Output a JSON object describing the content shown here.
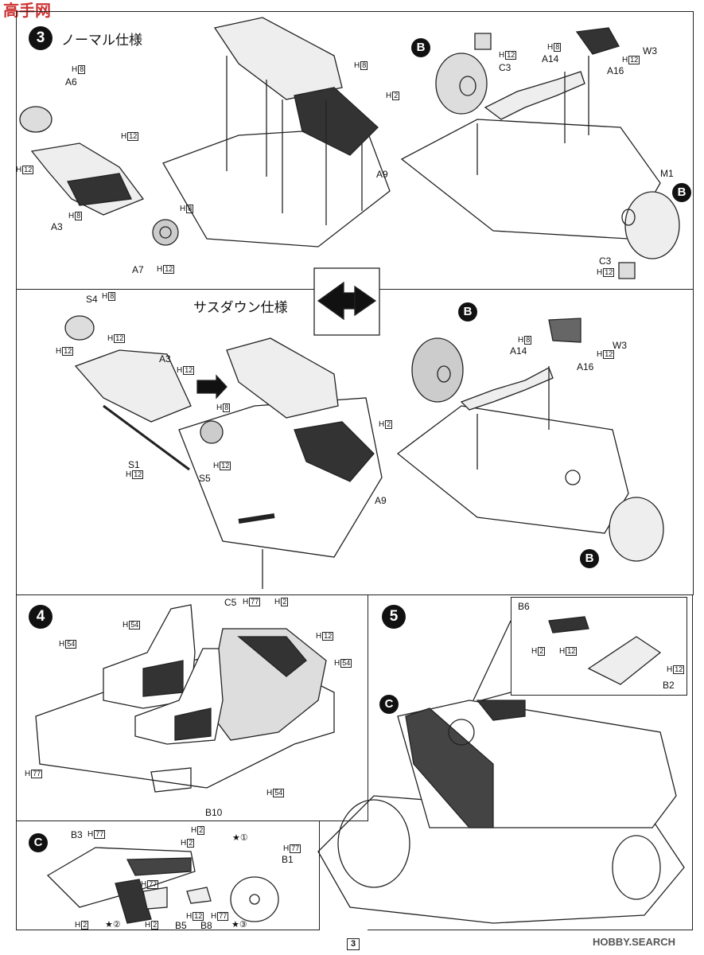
{
  "watermark_top": "高手网",
  "watermark_bottom": "HOBBY.SEARCH",
  "page_number": "3",
  "step3": {
    "number": "3",
    "normal_title": "ノーマル仕様",
    "sasdown_title": "サスダウン仕様",
    "normal_parts": {
      "A6": "A6",
      "A3": "A3",
      "A7": "A7",
      "A9": "A9",
      "A14": "A14",
      "A16": "A16",
      "C3_top": "C3",
      "C3_bottom": "C3",
      "M1": "M1",
      "W3": "W3",
      "B_top": "B",
      "B_bottom": "B"
    },
    "sasdown_parts": {
      "S4": "S4",
      "A3": "A3",
      "S1": "S1",
      "S5": "S5",
      "A9": "A9",
      "A14": "A14",
      "A16": "A16",
      "W3": "W3",
      "B_top": "B",
      "B_bottom": "B"
    }
  },
  "step4": {
    "number": "4",
    "C5": "C5",
    "B10": "B10"
  },
  "step5": {
    "number": "5",
    "B6": "B6",
    "B2": "B2",
    "C_marker": "C"
  },
  "stepC": {
    "marker": "C",
    "B3": "B3",
    "B1": "B1",
    "B5": "B5",
    "B8": "B8"
  },
  "color_prefix": "H",
  "color_codes": {
    "c2": "2",
    "c8": "8",
    "c12": "12",
    "c54": "54",
    "c77": "77"
  },
  "star_marks": {
    "s1": "★①",
    "s2": "★②",
    "s3": "★③"
  }
}
